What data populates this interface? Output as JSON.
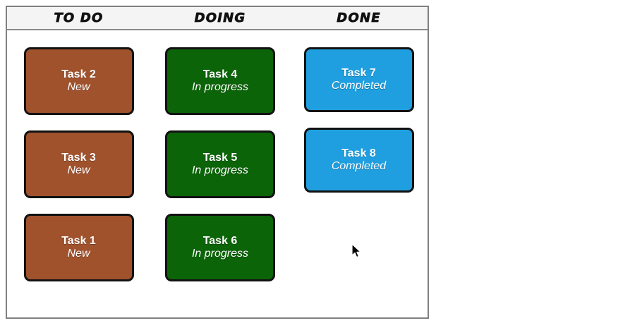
{
  "board": {
    "columns": [
      {
        "id": "todo",
        "title": "TO DO",
        "accent": "#A0522D",
        "cards": [
          {
            "title": "Task 2",
            "status": "New"
          },
          {
            "title": "Task 3",
            "status": "New"
          },
          {
            "title": "Task 1",
            "status": "New"
          }
        ]
      },
      {
        "id": "doing",
        "title": "DOING",
        "accent": "#0B6408",
        "cards": [
          {
            "title": "Task 4",
            "status": "In progress"
          },
          {
            "title": "Task 5",
            "status": "In progress"
          },
          {
            "title": "Task 6",
            "status": "In progress"
          }
        ]
      },
      {
        "id": "done",
        "title": "DONE",
        "accent": "#1F9FE0",
        "cards": [
          {
            "title": "Task 7",
            "status": "Completed"
          },
          {
            "title": "Task 8",
            "status": "Completed"
          }
        ]
      }
    ]
  },
  "cursor": {
    "icon": "arrow-pointer-icon"
  }
}
